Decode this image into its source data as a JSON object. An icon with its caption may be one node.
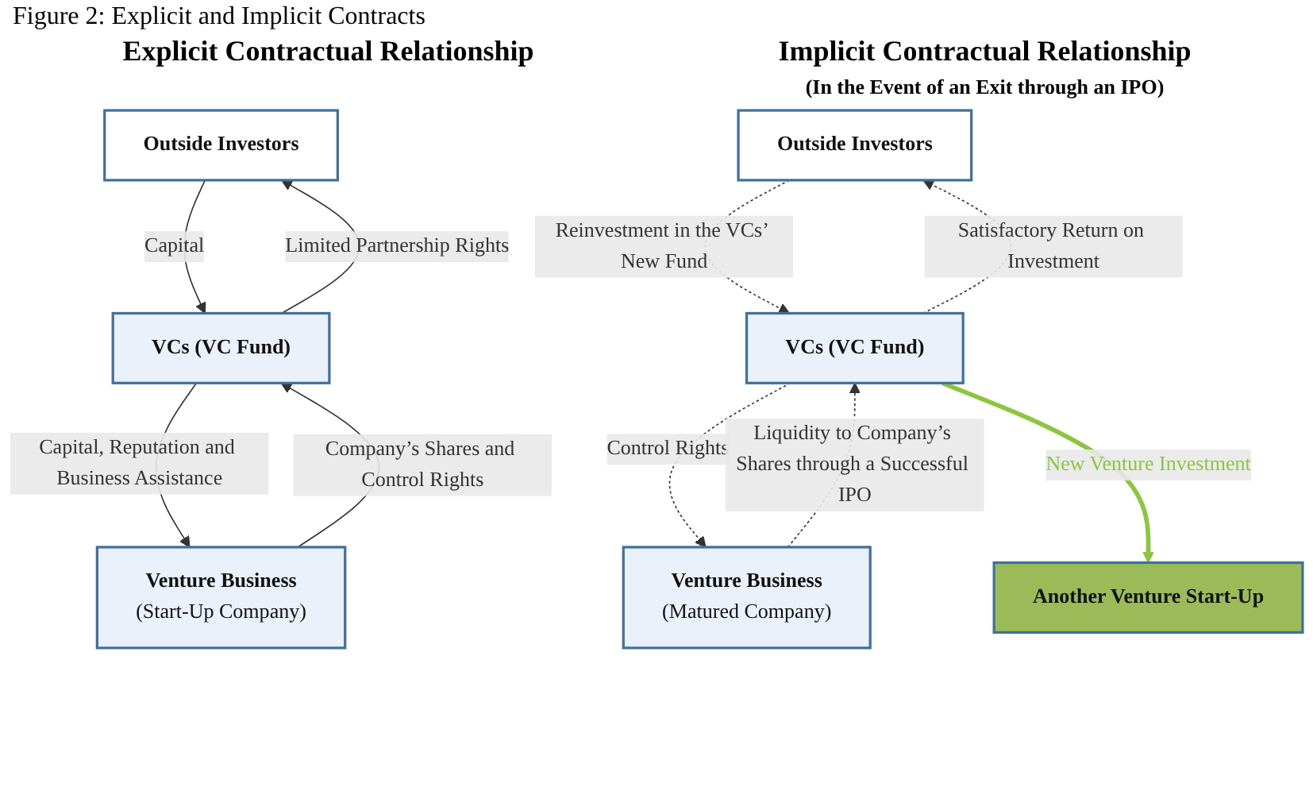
{
  "diagram": {
    "title": "Figure 2: Explicit and Implicit Contracts",
    "nodes": [
      {
        "text": [
          "Outside Investors"
        ]
      },
      {
        "text": [
          "VCs (VC Fund)"
        ]
      },
      {
        "text": [
          "Venture Business",
          "(Start-Up Company)"
        ]
      },
      {
        "text": [
          "Outside Investors"
        ]
      },
      {
        "text": [
          "VCs (VC Fund)"
        ]
      },
      {
        "text": [
          "Venture Business",
          "(Matured Company)"
        ]
      },
      {
        "text": [
          "Another Venture Start-Up"
        ]
      }
    ],
    "edges": [
      {
        "from": 0,
        "to": 1,
        "arrow": "to",
        "label": "Capital"
      },
      {
        "from": 1,
        "to": 0,
        "arrow": "to",
        "label": "Limited Partnership Rights"
      },
      {
        "from": 1,
        "to": 2,
        "arrow": "to",
        "label": "Capital, Reputation and Business Assistance"
      },
      {
        "from": 2,
        "to": 1,
        "arrow": "to",
        "label": "Company’s Shares and Control Rights"
      },
      {
        "from": 3,
        "to": 4,
        "arrow": "to",
        "label": "Reinvestment in the VCs’ New Fund",
        "style": "dashed"
      },
      {
        "from": 4,
        "to": 3,
        "arrow": "to",
        "label": "Satisfactory Return on Investment",
        "style": "dashed"
      },
      {
        "from": 4,
        "to": 5,
        "arrow": "to",
        "label": "Control Rights",
        "style": "dashed"
      },
      {
        "from": 5,
        "to": 4,
        "arrow": "to",
        "label": "Liquidity to Company’s Shares through a Successful IPO",
        "style": "dashed"
      },
      {
        "from": 4,
        "to": 6,
        "arrow": "to",
        "label": "New Venture Investment",
        "style": "thick",
        "color": "#8cc63f"
      }
    ],
    "labels": [
      "Explicit Contractual Relationship",
      "Implicit Contractual Relationship",
      "(In the Event of an Exit through an IPO)"
    ]
  }
}
